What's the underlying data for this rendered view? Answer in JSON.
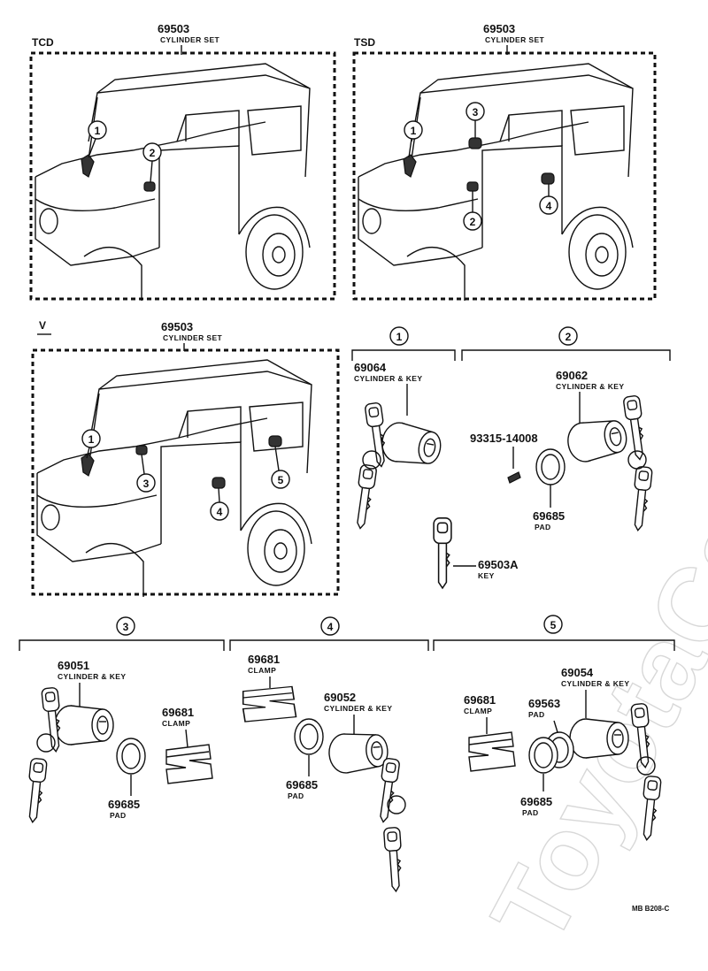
{
  "watermark": "ToyotaCatalog.ru",
  "drawing_code": "MB B208-C",
  "panels": {
    "tcd": {
      "caption": "TCD",
      "part_no": "69503",
      "part_desc": "CYLINDER SET",
      "bubbles": [
        "1",
        "2"
      ]
    },
    "tsd": {
      "caption": "TSD",
      "part_no": "69503",
      "part_desc": "CYLINDER SET",
      "bubbles": [
        "1",
        "2",
        "3",
        "4"
      ]
    },
    "v": {
      "caption": "V",
      "part_no": "69503",
      "part_desc": "CYLINDER SET",
      "bubbles": [
        "1",
        "3",
        "4",
        "5"
      ]
    }
  },
  "details": {
    "d1": {
      "index": "1",
      "parts": [
        {
          "no": "69064",
          "desc": "CYLINDER & KEY"
        },
        {
          "no": "69503A",
          "desc": "KEY"
        }
      ]
    },
    "d2": {
      "index": "2",
      "parts": [
        {
          "no": "69062",
          "desc": "CYLINDER & KEY"
        },
        {
          "no": "93315-14008",
          "desc": ""
        },
        {
          "no": "69685",
          "desc": "PAD"
        }
      ]
    },
    "d3": {
      "index": "3",
      "parts": [
        {
          "no": "69051",
          "desc": "CYLINDER & KEY"
        },
        {
          "no": "69681",
          "desc": "CLAMP"
        },
        {
          "no": "69685",
          "desc": "PAD"
        }
      ]
    },
    "d4": {
      "index": "4",
      "parts": [
        {
          "no": "69681",
          "desc": "CLAMP"
        },
        {
          "no": "69052",
          "desc": "CYLINDER & KEY"
        },
        {
          "no": "69685",
          "desc": "PAD"
        }
      ]
    },
    "d5": {
      "index": "5",
      "parts": [
        {
          "no": "69054",
          "desc": "CYLINDER & KEY"
        },
        {
          "no": "69681",
          "desc": "CLAMP"
        },
        {
          "no": "69563",
          "desc": "PAD"
        },
        {
          "no": "69685",
          "desc": "PAD"
        }
      ]
    }
  }
}
